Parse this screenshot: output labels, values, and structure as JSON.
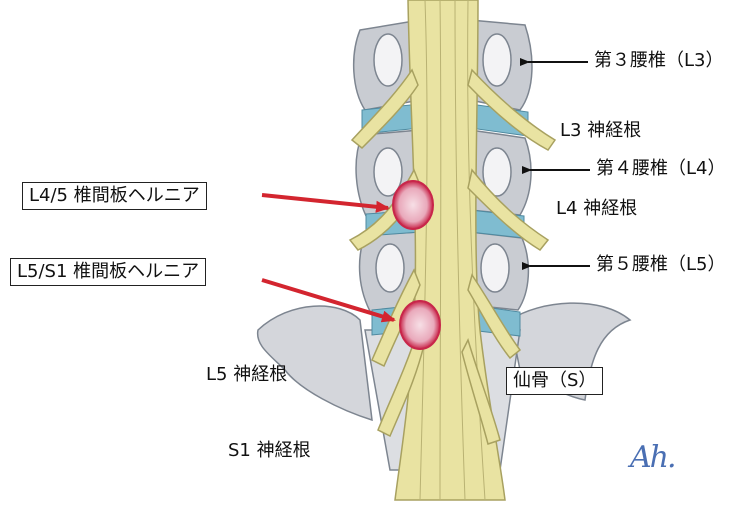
{
  "labels": {
    "l3_vertebra": "第３腰椎（L3）",
    "l3_nerve": "L3 神経根",
    "l4_vertebra": "第４腰椎（L4）",
    "l4_nerve": "L4 神経根",
    "l5_vertebra": "第５腰椎（L5）",
    "l5_nerve": "L5 神経根",
    "s1_nerve": "S1 神経根",
    "sacrum": "仙骨（S）",
    "hernia_l45": "L4/5 椎間板ヘルニア",
    "hernia_l5s1": "L5/S1 椎間板ヘルニア"
  },
  "signature": "Ah.",
  "colors": {
    "bone": "#c9ccd2",
    "bone_outline": "#7d8590",
    "disc": "#7fbcd0",
    "nerve": "#e9e3a2",
    "nerve_outline": "#a8a160",
    "hernia": "#c8264a",
    "arrow_red": "#d3252f",
    "arrow_black": "#111111"
  }
}
